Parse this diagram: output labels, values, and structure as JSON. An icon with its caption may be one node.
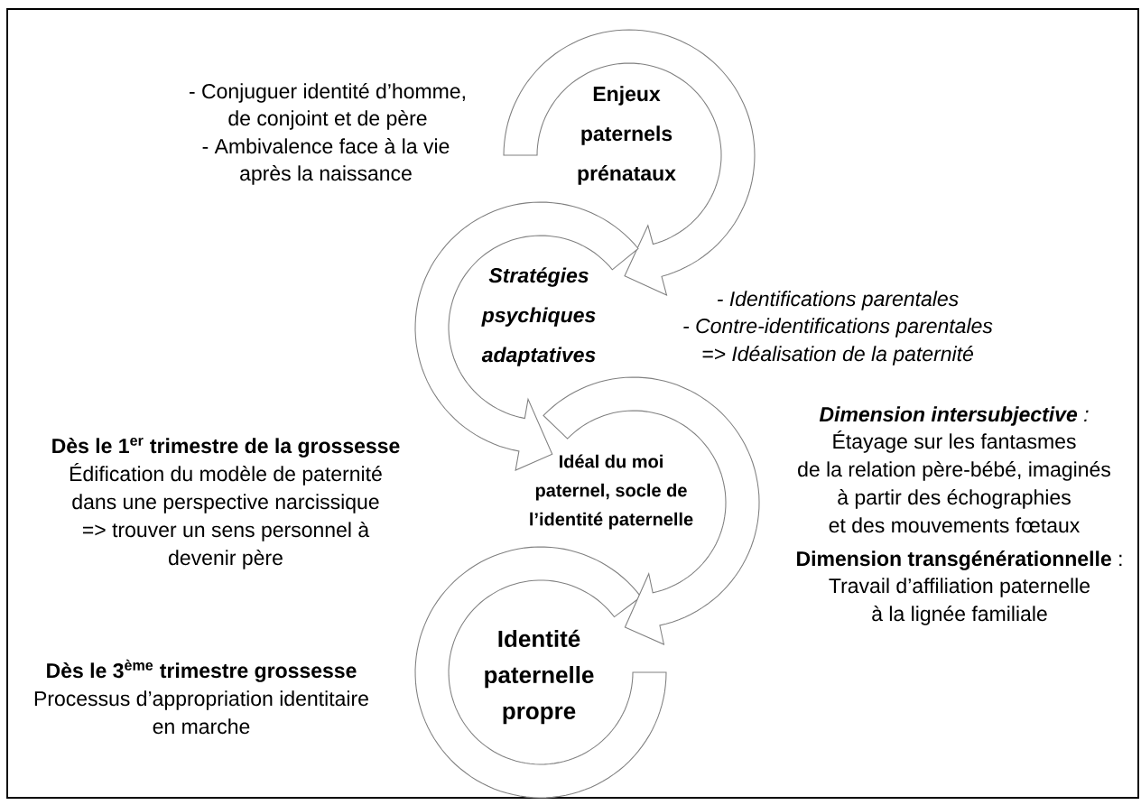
{
  "diagram": {
    "nodes": [
      {
        "text": [
          "Enjeux paternels prénataux"
        ]
      },
      {
        "text": [
          "Stratégies psychiques adaptatives"
        ]
      },
      {
        "text": [
          "Idéal du moi paternel, socle de l’identité paternelle"
        ]
      },
      {
        "text": [
          "Identité paternelle propre"
        ]
      }
    ],
    "edges": [
      {
        "from": 0,
        "to": 1,
        "arrow": "to"
      },
      {
        "from": 1,
        "to": 2,
        "arrow": "to"
      },
      {
        "from": 2,
        "to": 3,
        "arrow": "to"
      }
    ],
    "labels": [
      "- Conjuguer identité d’homme, de conjoint et de père",
      "- Ambivalence face à la vie après la naissance",
      "- Identifications parentales",
      "- Contre-identifications parentales",
      "=> Idéalisation de la paternité",
      "Dès le 1$^{er}$ trimestre de la grossesse",
      "Édification du modèle de paternité dans une perspective narcissique => trouver un sens personnel à devenir père",
      "**Dimension intersubjective** :",
      "Étayage sur les fantasmes de la relation père-bébé, imaginés à partir des échographies et des mouvements fœtaux",
      "**Dimension transgénérationnelle** :",
      "Travail d’affiliation paternelle à la lignée familiale",
      "Dès le 3$^{ème}$ trimestre grossesse",
      "Processus d’appropriation identitaire en marche"
    ]
  }
}
